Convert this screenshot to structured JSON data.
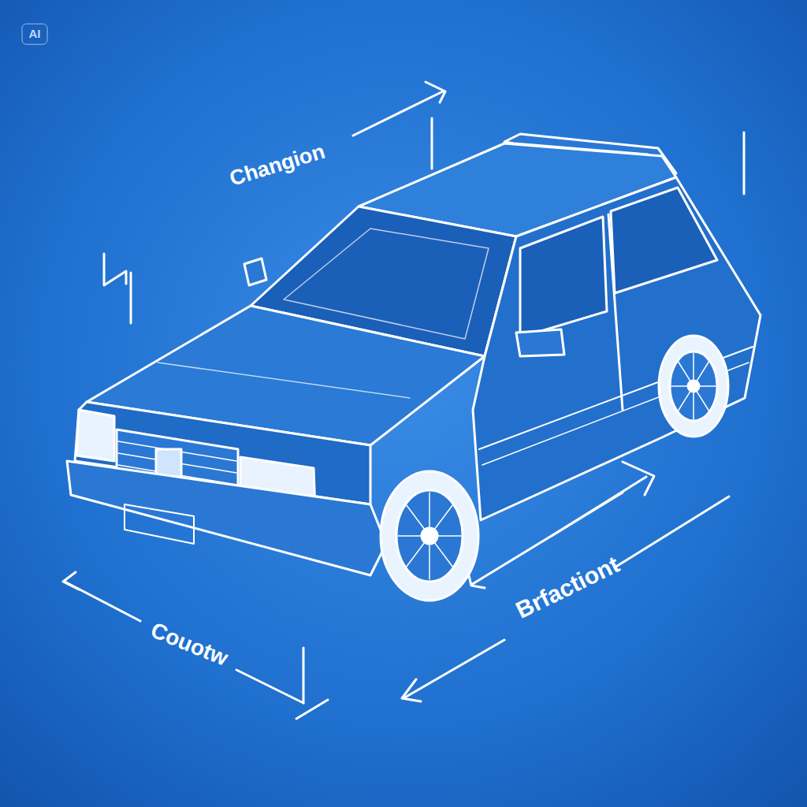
{
  "diagram": {
    "labels": [
      "AI",
      "Changion",
      "Brfactiont",
      "Couotw"
    ]
  }
}
